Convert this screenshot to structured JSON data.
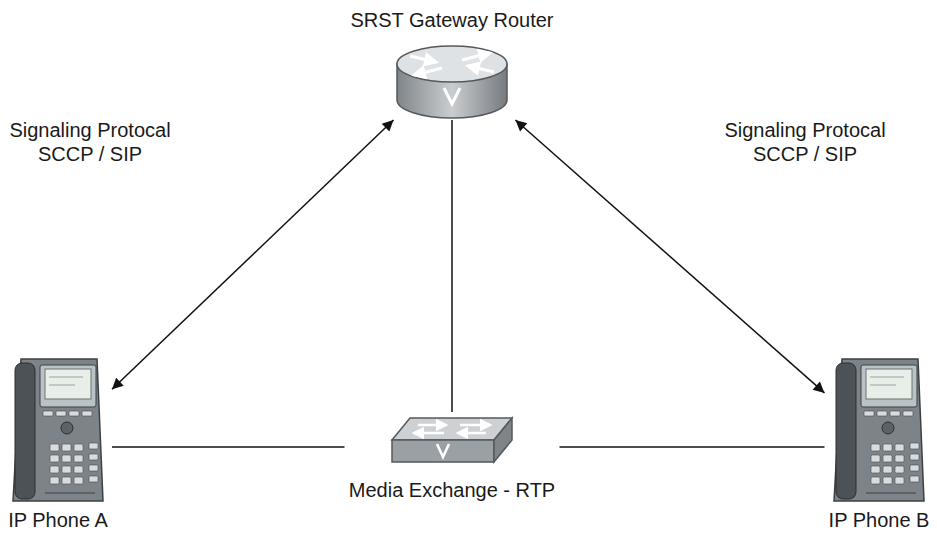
{
  "diagram": {
    "nodes": [
      {
        "text": [
          "SRST Gateway Router"
        ]
      },
      {
        "text": [
          "IP Phone A"
        ]
      },
      {
        "text": [
          "Media Exchange - RTP"
        ]
      },
      {
        "text": [
          "IP Phone B"
        ]
      }
    ],
    "edges": [
      {
        "from": 0,
        "to": 1,
        "arrow": "both",
        "label": "Signaling Protocal SCCP / SIP"
      },
      {
        "from": 0,
        "to": 3,
        "arrow": "both",
        "label": "Signaling Protocal SCCP / SIP"
      },
      {
        "from": 0,
        "to": 2,
        "arrow": "none"
      },
      {
        "from": 1,
        "to": 2,
        "arrow": "none"
      },
      {
        "from": 2,
        "to": 3,
        "arrow": "none"
      }
    ]
  }
}
